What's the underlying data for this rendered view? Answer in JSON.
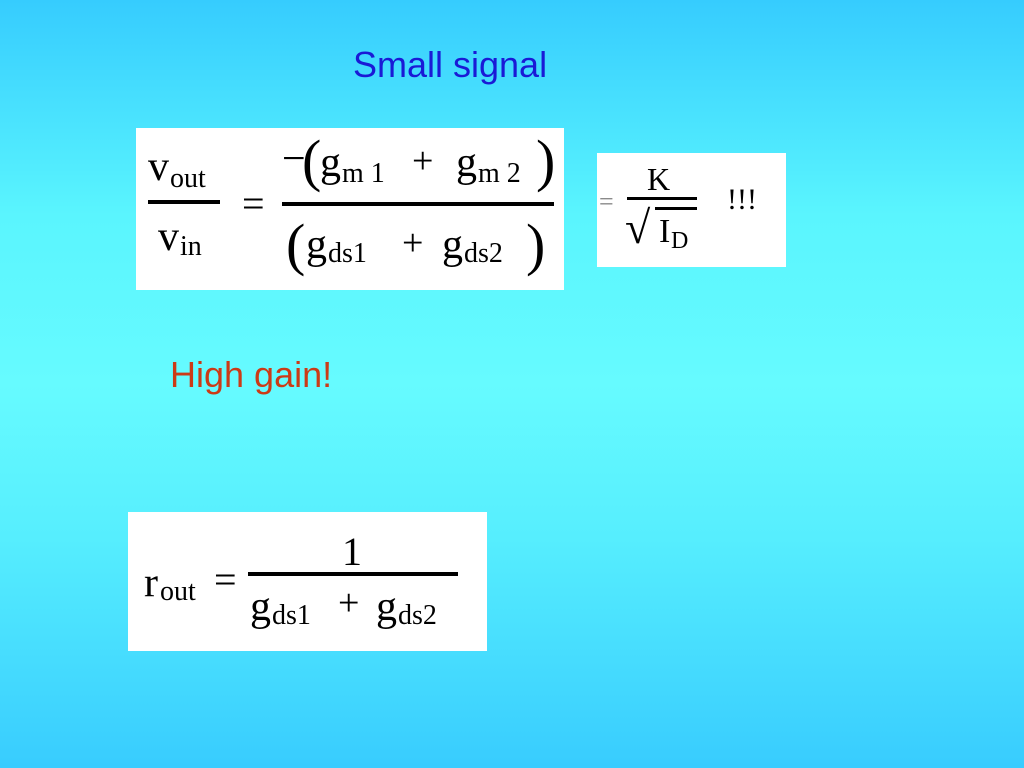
{
  "slide": {
    "title": "Small signal",
    "note": "High gain!"
  },
  "colors": {
    "title": "#1a1ad6",
    "note": "#cc3a16",
    "background_top": "#36ccfe",
    "background_mid": "#66fbff"
  },
  "eq_gain": {
    "lhs_num": "v",
    "lhs_num_sub": "out",
    "lhs_den": "v",
    "lhs_den_sub": "in",
    "equals": "=",
    "minus": "−",
    "paren_open": "(",
    "paren_close": ")",
    "g": "g",
    "plus": "+",
    "sub_m1": "m 1",
    "sub_m2": "m 2",
    "sub_ds1": "ds1",
    "sub_ds2": "ds2"
  },
  "eq_scaling": {
    "equals": "=",
    "numerator": "K",
    "radical": "√",
    "radicand": "I",
    "radicand_sub": "D",
    "emphasis": "!!!"
  },
  "eq_rout": {
    "lhs": "r",
    "lhs_sub": "out",
    "equals": "=",
    "numerator": "1",
    "g": "g",
    "plus": "+",
    "sub_ds1": "ds1",
    "sub_ds2": "ds2"
  }
}
